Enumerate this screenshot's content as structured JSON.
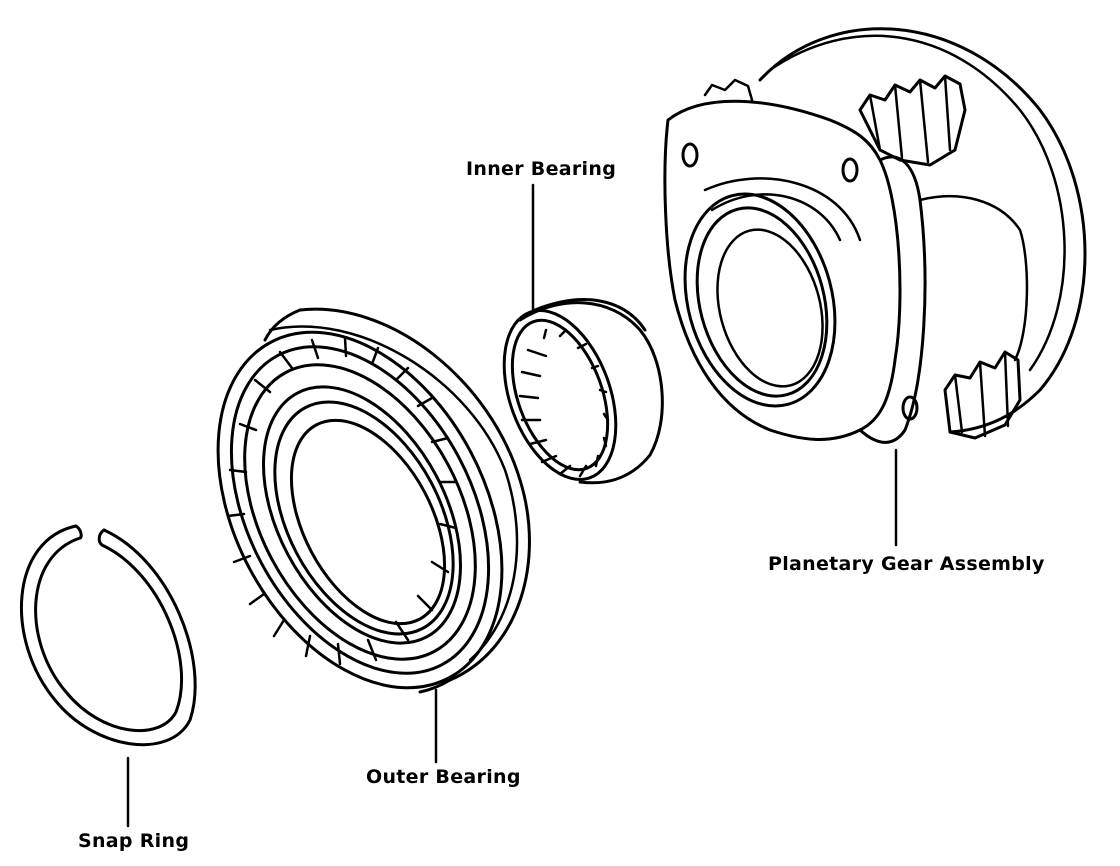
{
  "labels": {
    "inner_bearing": "Inner Bearing",
    "planetary_gear_assembly": "Planetary Gear Assembly",
    "outer_bearing": "Outer Bearing",
    "snap_ring": "Snap Ring"
  },
  "colors": {
    "ink": "#000000",
    "paper": "#ffffff"
  }
}
